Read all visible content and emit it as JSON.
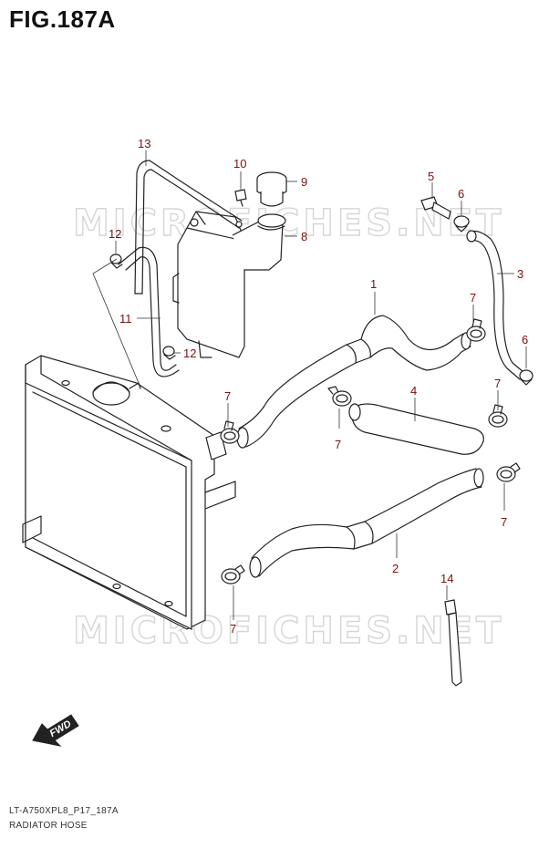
{
  "figure": {
    "title": "FIG.187A"
  },
  "watermark": "MICROFICHES.NET",
  "fwd_label": "FWD",
  "footer": {
    "code": "LT-A750XPL8_P17_187A",
    "description": "RADIATOR HOSE"
  },
  "callouts": [
    "1",
    "2",
    "3",
    "4",
    "5",
    "6",
    "6",
    "7",
    "7",
    "7",
    "7",
    "7",
    "7",
    "8",
    "9",
    "10",
    "11",
    "12",
    "12",
    "13",
    "14"
  ],
  "colors": {
    "callout": "#7a1010",
    "line": "#222222",
    "watermark": "#d6d6d6"
  }
}
